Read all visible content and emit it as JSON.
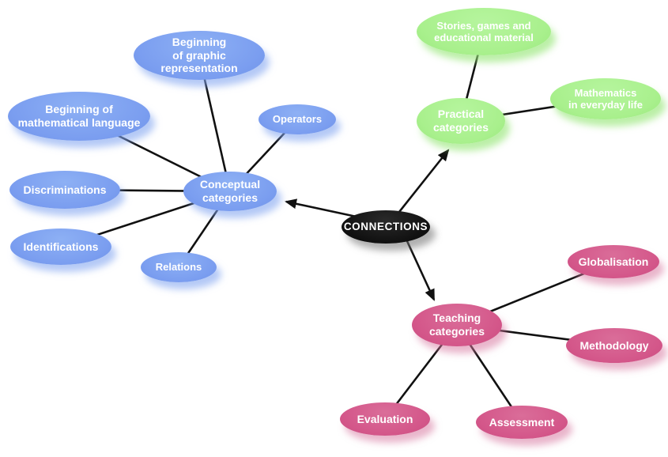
{
  "diagram": {
    "title": "CONNECTIONS concept map",
    "center": {
      "label": "CONNECTIONS"
    },
    "clusters": [
      {
        "name": "Conceptual categories",
        "color": "#7b9ef0",
        "hub": {
          "lines": [
            "Conceptual",
            "categories"
          ]
        },
        "leaves": [
          {
            "lines": [
              "Beginning",
              "of graphic",
              "representation"
            ]
          },
          {
            "lines": [
              "Beginning of",
              "mathematical language"
            ]
          },
          {
            "lines": [
              "Discriminations"
            ]
          },
          {
            "lines": [
              "Identifications"
            ]
          },
          {
            "lines": [
              "Relations"
            ]
          },
          {
            "lines": [
              "Operators"
            ]
          }
        ]
      },
      {
        "name": "Practical categories",
        "color": "#a9f08d",
        "hub": {
          "lines": [
            "Practical",
            "categories"
          ]
        },
        "leaves": [
          {
            "lines": [
              "Stories, games and",
              "educational material"
            ]
          },
          {
            "lines": [
              "Mathematics",
              "in everyday life"
            ]
          }
        ]
      },
      {
        "name": "Teaching categories",
        "color": "#d4578a",
        "hub": {
          "lines": [
            "Teaching",
            "categories"
          ]
        },
        "leaves": [
          {
            "lines": [
              "Globalisation"
            ]
          },
          {
            "lines": [
              "Methodology"
            ]
          },
          {
            "lines": [
              "Evaluation"
            ]
          },
          {
            "lines": [
              "Assessment"
            ]
          }
        ]
      }
    ],
    "colors": {
      "center_fill": "#111111",
      "line": "#111111",
      "text": "#ffffff",
      "background": "#ffffff"
    }
  }
}
